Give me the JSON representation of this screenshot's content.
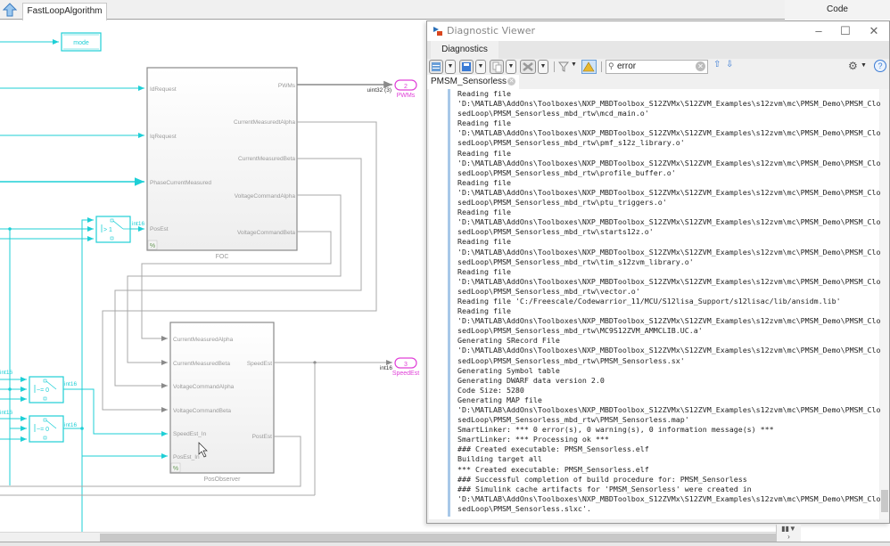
{
  "top_bar": {
    "tab_label": "FastLoopAlgorithm",
    "code_tab_label": "Code"
  },
  "diagram": {
    "goto_label": "mode",
    "foc": {
      "name": "FOC",
      "inputs": [
        "IdRequest",
        "IqRequest",
        "PhaseCurrentMeasured",
        "PosEst"
      ],
      "outputs": [
        "PWMs",
        "CurrentMeasuredtAlpha",
        "CurrentMeasuredBeta",
        "VoltageCommandAlpha",
        "VoltageCommandBeta"
      ]
    },
    "posobserver": {
      "name": "PosObserver",
      "inputs": [
        "CurrentMeasuredAlpha",
        "CurrentMeasuredBeta",
        "VoltageCommandAlpha",
        "VoltageCommandBeta",
        "SpeedEst_In",
        "PosEst_In"
      ],
      "outputs": [
        "SpeedEst",
        "PostEst"
      ]
    },
    "outports": [
      {
        "number": "2",
        "name": "PWMs",
        "signal_type": "uint32 (3)"
      },
      {
        "number": "3",
        "name": "SpeedEst",
        "signal_type": "int16"
      }
    ],
    "switches": [
      {
        "criteria": "> 1",
        "signal_type": "int16"
      },
      {
        "criteria": "~= 0",
        "signal_type": "int16"
      },
      {
        "criteria": "~= 0",
        "signal_type": "int16"
      }
    ],
    "input_signal_types": [
      "int16",
      "int16"
    ],
    "subsystem_badge": "%",
    "colors": {
      "signal": "#1ecfd6",
      "inport_outport": "#e040d8",
      "block_border": "#8a8a8a",
      "wire_gray": "#a8a8a8"
    }
  },
  "diagnostic_viewer": {
    "title": "Diagnostic Viewer",
    "tab": "Diagnostics",
    "search_value": "error",
    "doc_tab": "PMSM_Sensorless",
    "window_buttons": [
      "minimize",
      "maximize",
      "close"
    ],
    "log_lines": [
      "Reading file",
      "'D:\\MATLAB\\AddOns\\Toolboxes\\NXP_MBDToolbox_S12ZVMx\\S12ZVM_Examples\\s12zvm\\mc\\PMSM_Demo\\PMSM_Clo",
      "sedLoop\\PMSM_Sensorless_mbd_rtw\\mcd_main.o'",
      "Reading file",
      "'D:\\MATLAB\\AddOns\\Toolboxes\\NXP_MBDToolbox_S12ZVMx\\S12ZVM_Examples\\s12zvm\\mc\\PMSM_Demo\\PMSM_Clo",
      "sedLoop\\PMSM_Sensorless_mbd_rtw\\pmf_s12z_library.o'",
      "Reading file",
      "'D:\\MATLAB\\AddOns\\Toolboxes\\NXP_MBDToolbox_S12ZVMx\\S12ZVM_Examples\\s12zvm\\mc\\PMSM_Demo\\PMSM_Clo",
      "sedLoop\\PMSM_Sensorless_mbd_rtw\\profile_buffer.o'",
      "Reading file",
      "'D:\\MATLAB\\AddOns\\Toolboxes\\NXP_MBDToolbox_S12ZVMx\\S12ZVM_Examples\\s12zvm\\mc\\PMSM_Demo\\PMSM_Clo",
      "sedLoop\\PMSM_Sensorless_mbd_rtw\\ptu_triggers.o'",
      "Reading file",
      "'D:\\MATLAB\\AddOns\\Toolboxes\\NXP_MBDToolbox_S12ZVMx\\S12ZVM_Examples\\s12zvm\\mc\\PMSM_Demo\\PMSM_Clo",
      "sedLoop\\PMSM_Sensorless_mbd_rtw\\starts12z.o'",
      "Reading file",
      "'D:\\MATLAB\\AddOns\\Toolboxes\\NXP_MBDToolbox_S12ZVMx\\S12ZVM_Examples\\s12zvm\\mc\\PMSM_Demo\\PMSM_Clo",
      "sedLoop\\PMSM_Sensorless_mbd_rtw\\tim_s12zvm_library.o'",
      "Reading file",
      "'D:\\MATLAB\\AddOns\\Toolboxes\\NXP_MBDToolbox_S12ZVMx\\S12ZVM_Examples\\s12zvm\\mc\\PMSM_Demo\\PMSM_Clo",
      "sedLoop\\PMSM_Sensorless_mbd_rtw\\vector.o'",
      "Reading file 'C:/Freescale/Codewarrior_11/MCU/S12lisa_Support/s12lisac/lib/ansidm.lib'",
      "Reading file",
      "'D:\\MATLAB\\AddOns\\Toolboxes\\NXP_MBDToolbox_S12ZVMx\\S12ZVM_Examples\\s12zvm\\mc\\PMSM_Demo\\PMSM_Clo",
      "sedLoop\\PMSM_Sensorless_mbd_rtw\\MC9S12ZVM_AMMCLIB.UC.a'",
      "Generating SRecord File",
      "'D:\\MATLAB\\AddOns\\Toolboxes\\NXP_MBDToolbox_S12ZVMx\\S12ZVM_Examples\\s12zvm\\mc\\PMSM_Demo\\PMSM_Clo",
      "sedLoop\\PMSM_Sensorless_mbd_rtw\\PMSM_Sensorless.sx'",
      "Generating Symbol table",
      "Generating DWARF data version 2.0",
      "Code Size: 5280",
      "Generating MAP file",
      "'D:\\MATLAB\\AddOns\\Toolboxes\\NXP_MBDToolbox_S12ZVMx\\S12ZVM_Examples\\s12zvm\\mc\\PMSM_Demo\\PMSM_Clo",
      "sedLoop\\PMSM_Sensorless_mbd_rtw\\PMSM_Sensorless.map'",
      "SmartLinker: *** 0 error(s), 0 warning(s), 0 information message(s) ***",
      "SmartLinker: *** Processing ok ***",
      "### Created executable: PMSM_Sensorless.elf",
      "Building target all",
      "*** Created executable: PMSM_Sensorless.elf",
      "### Successful completion of build procedure for: PMSM_Sensorless",
      "### Simulink cache artifacts for 'PMSM_Sensorless' were created in",
      "'D:\\MATLAB\\AddOns\\Toolboxes\\NXP_MBDToolbox_S12ZVMx\\S12ZVM_Examples\\s12zvm\\mc\\PMSM_Demo\\PMSM_Clo",
      "sedLoop\\PMSM_Sensorless.slxc'."
    ]
  }
}
